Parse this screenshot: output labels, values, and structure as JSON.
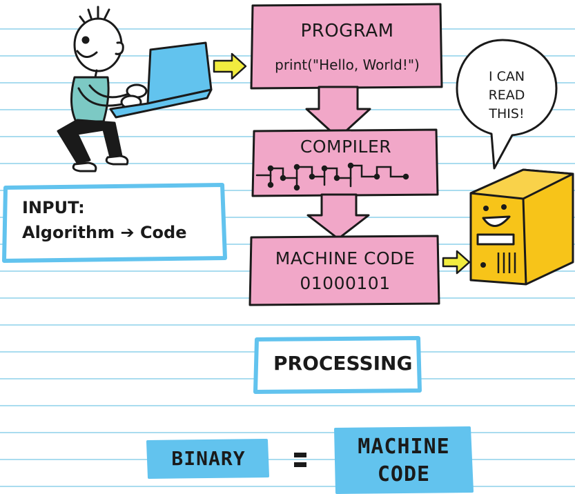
{
  "flow": {
    "program": {
      "title": "PROGRAM",
      "code": "print(\"Hello, World!\")"
    },
    "compiler": {
      "title": "COMPILER"
    },
    "machine_code": {
      "title": "MACHINE CODE",
      "value": "01000101"
    }
  },
  "speech_bubble": {
    "line1": "I CAN",
    "line2": "READ",
    "line3": "THIS!"
  },
  "input_box": {
    "label": "INPUT:",
    "algorithm": "Algorithm",
    "arrow": "➔",
    "code": "Code"
  },
  "processing_box": {
    "label": "PROCESSING"
  },
  "equation": {
    "left": "BINARY",
    "operator": "=",
    "right_line1": "MACHINE",
    "right_line2": "CODE"
  },
  "colors": {
    "pink": "#f1a7c8",
    "blue": "#62c3ee",
    "yellow": "#f7c419",
    "teal": "#7cc9c4",
    "arrow_yellow": "#f2ec3f"
  }
}
